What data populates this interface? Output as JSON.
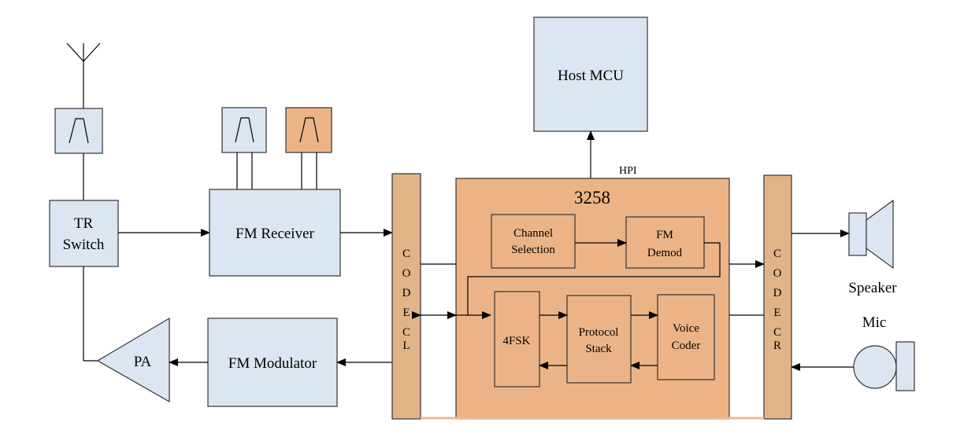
{
  "blocks": {
    "tr_switch": [
      "TR",
      "Switch"
    ],
    "fm_receiver": "FM Receiver",
    "fm_modulator": "FM Modulator",
    "pa": "PA",
    "host_mcu": "Host MCU",
    "hpi": "HPI",
    "chip": "3258",
    "channel_selection": [
      "Channel",
      "Selection"
    ],
    "fm_demod": [
      "FM",
      "Demod"
    ],
    "fsk": "4FSK",
    "protocol_stack": [
      "Protocol",
      "Stack"
    ],
    "voice_coder": [
      "Voice",
      "Coder"
    ],
    "codec_left": [
      "C",
      "O",
      "D",
      "E",
      "C",
      "L"
    ],
    "codec_right": [
      "C",
      "O",
      "D",
      "E",
      "C",
      "R"
    ],
    "speaker": "Speaker",
    "mic": "Mic"
  },
  "colors": {
    "block_blue": "#dce6f2",
    "block_orange": "#ecb486",
    "codec": "#e1b487",
    "bus_line": "#f2b88a"
  }
}
